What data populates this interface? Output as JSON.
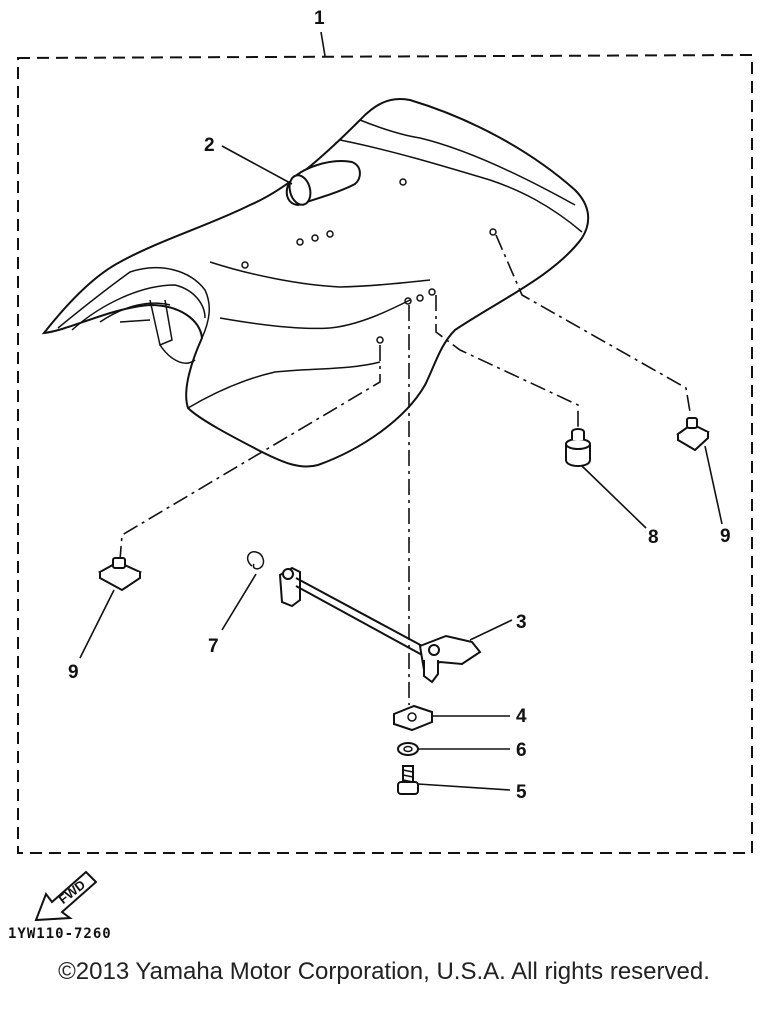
{
  "callouts": {
    "c1": "1",
    "c2": "2",
    "c3": "3",
    "c4": "4",
    "c5": "5",
    "c6": "6",
    "c7": "7",
    "c8": "8",
    "c9a": "9",
    "c9b": "9"
  },
  "fwd_label": "FWD",
  "reference_code": "1YW110-7260",
  "copyright": "©2013 Yamaha Motor Corporation, U.S.A. All rights reserved."
}
